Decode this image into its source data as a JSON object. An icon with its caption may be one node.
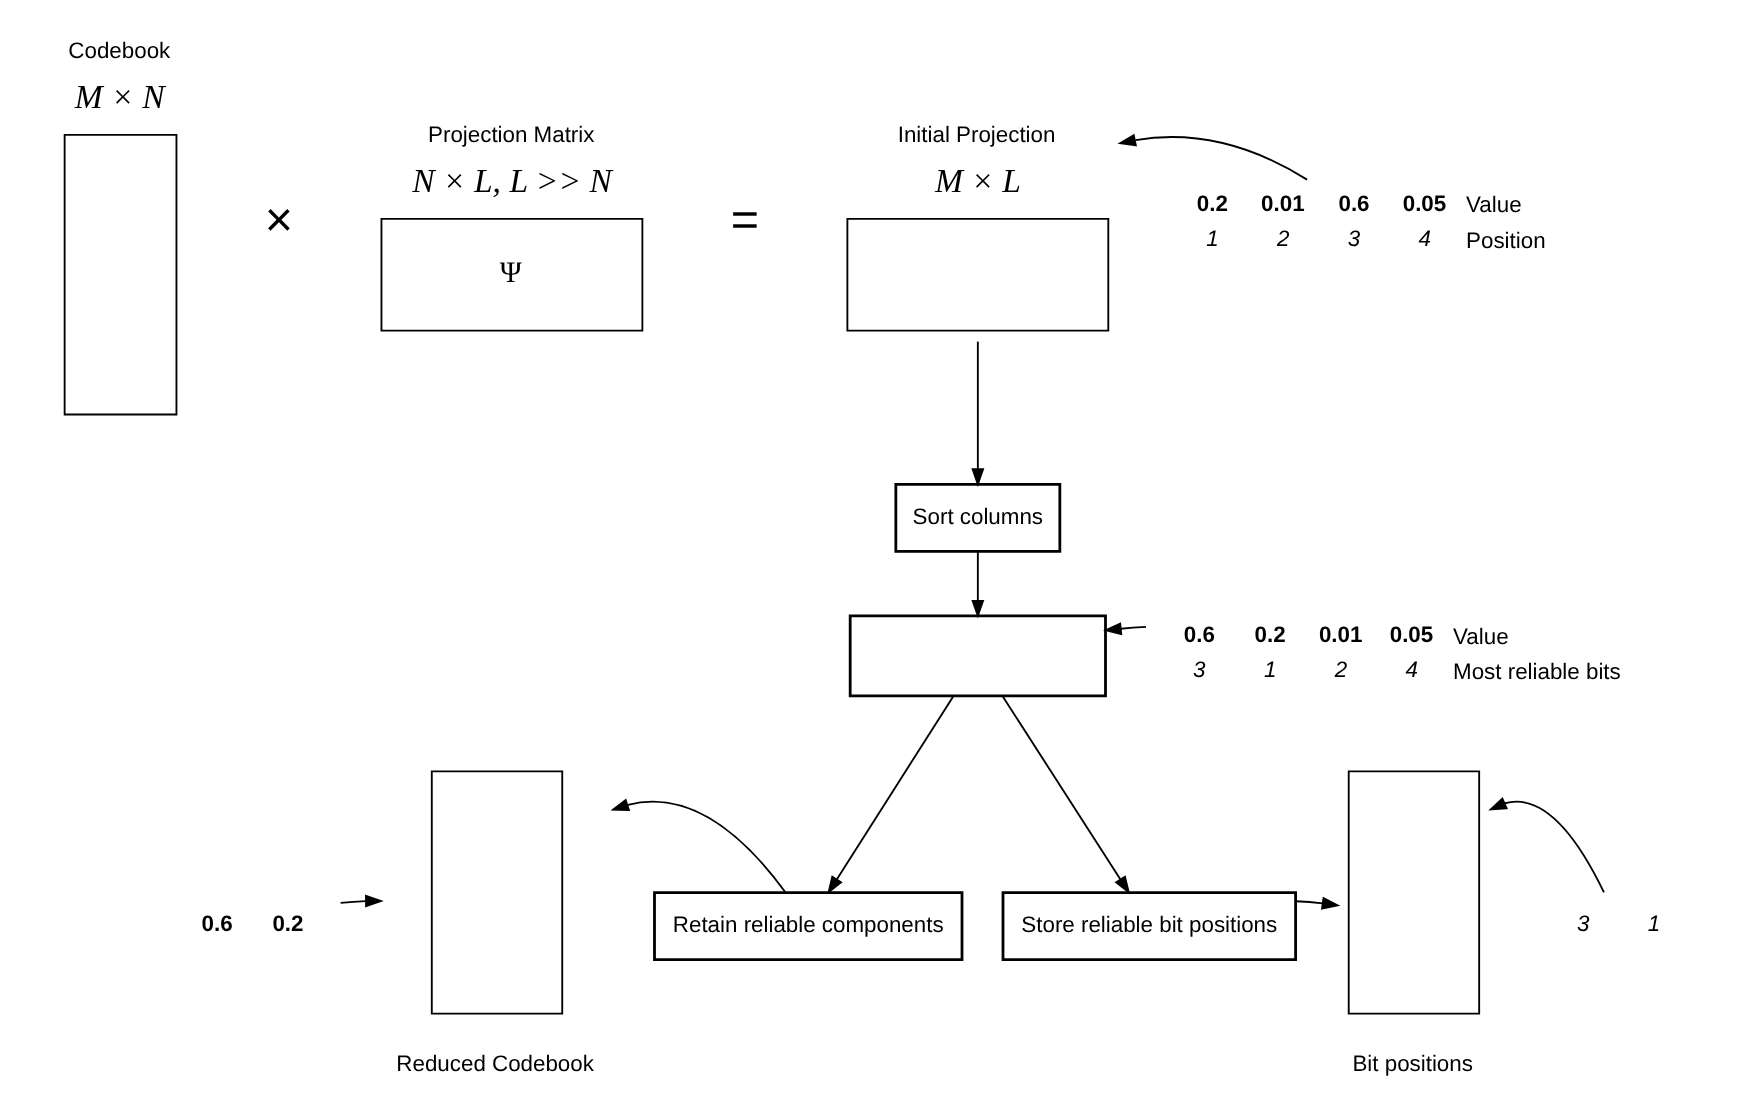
{
  "diagram": {
    "nodes": [
      {
        "text": [
          "Codebook",
          "M × N"
        ]
      },
      {
        "text": [
          "Projection Matrix",
          "N × L, L >> N",
          "Ψ"
        ]
      },
      {
        "text": [
          "Initial Projection",
          "M × L"
        ]
      },
      {
        "text": [
          "Sort columns"
        ]
      },
      {
        "text": [],
        "shape": "box"
      },
      {
        "text": [
          "Retain reliable components"
        ]
      },
      {
        "text": [
          "Store reliable bit positions"
        ]
      },
      {
        "text": [
          "Reduced Codebook"
        ]
      },
      {
        "text": [
          "Bit positions"
        ]
      },
      {
        "text": [
          "0.2",
          "0.01",
          "0.6",
          "0.05",
          "Value",
          "1",
          "2",
          "3",
          "4",
          "Position"
        ]
      },
      {
        "text": [
          "0.6",
          "0.2",
          "0.01",
          "0.05",
          "Value",
          "3",
          "1",
          "2",
          "4",
          "Most reliable bits"
        ]
      },
      {
        "text": [
          "0.6",
          "0.2"
        ]
      },
      {
        "text": [
          "3",
          "1"
        ]
      }
    ],
    "edges": [
      {
        "from": 9,
        "to": 2,
        "arrow": "to"
      },
      {
        "from": 2,
        "to": 3,
        "arrow": "to"
      },
      {
        "from": 3,
        "to": 4,
        "arrow": "to"
      },
      {
        "from": 10,
        "to": 4,
        "arrow": "to"
      },
      {
        "from": 4,
        "to": 5,
        "arrow": "to"
      },
      {
        "from": 4,
        "to": 6,
        "arrow": "to"
      },
      {
        "from": 5,
        "to": 7,
        "arrow": "to"
      },
      {
        "from": 6,
        "to": 8,
        "arrow": "to"
      },
      {
        "from": 11,
        "to": 7,
        "arrow": "to"
      },
      {
        "from": 12,
        "to": 8,
        "arrow": "to"
      }
    ],
    "labels": [
      "×",
      "="
    ]
  }
}
